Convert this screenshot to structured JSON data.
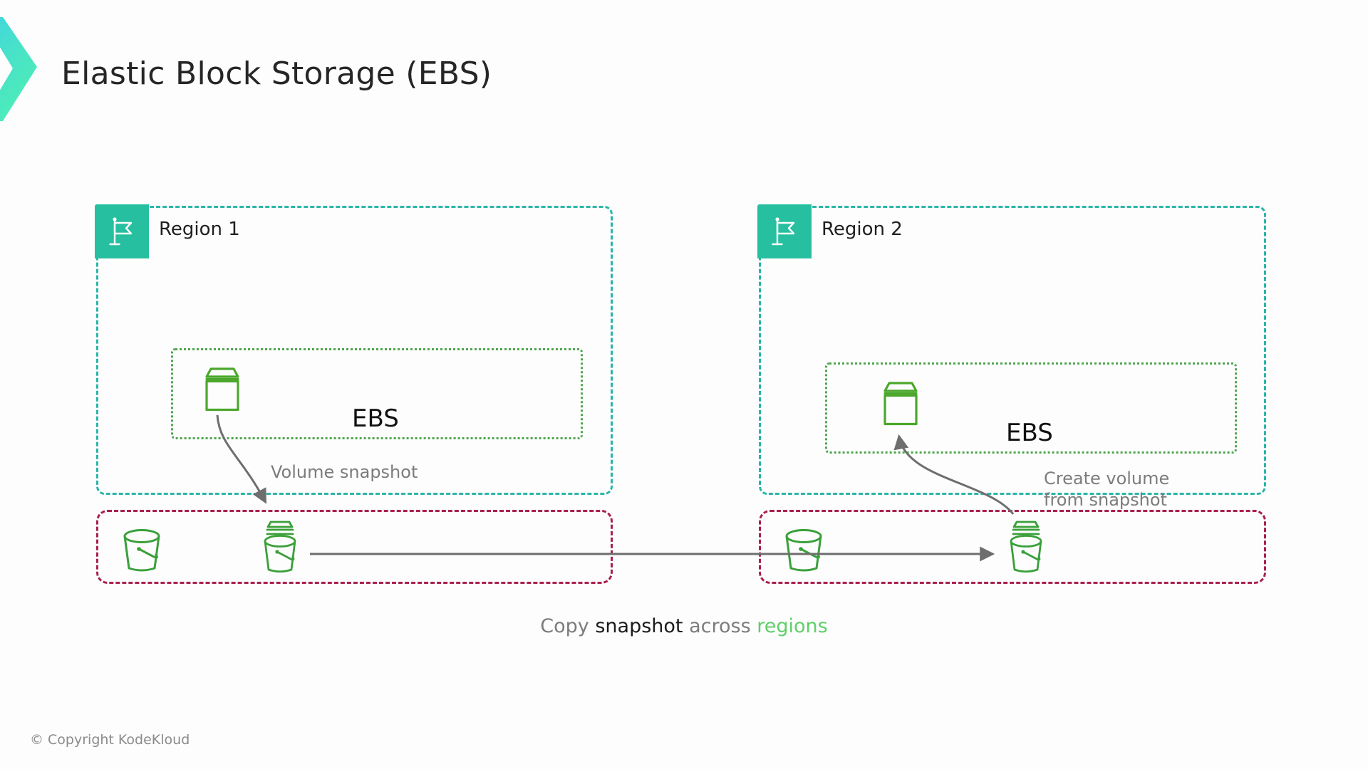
{
  "slide": {
    "title": "Elastic Block Storage (EBS)",
    "copyright": "© Copyright KodeKloud",
    "background_color": "#fdfdfd"
  },
  "logo": {
    "name": "kodekloud-chevron-logo",
    "gradient_start": "#3fd5e0",
    "gradient_end": "#4dedb8"
  },
  "colors": {
    "region_border": "#2bb5a8",
    "region_badge": "#26bfa0",
    "ebs_border": "#4ea64e",
    "ebs_icon": "#4ca72c",
    "snapshot_border": "#a8214b",
    "bucket_icon": "#3aa03a",
    "arrow": "#6e6e6e",
    "annotation_text": "#7c7c7c",
    "caption_green": "#5fcf6a"
  },
  "regions": [
    {
      "id": "region-1",
      "label": "Region 1",
      "icon": "flag-icon",
      "ebs": {
        "label": "EBS",
        "icon": "ebs-volume-icon"
      },
      "storage": {
        "buckets": [
          {
            "icon": "s3-bucket-icon",
            "name": "bucket"
          },
          {
            "icon": "snapshot-bucket-icon",
            "name": "snapshot-bucket"
          }
        ]
      },
      "annotation": "Volume snapshot"
    },
    {
      "id": "region-2",
      "label": "Region 2",
      "icon": "flag-icon",
      "ebs": {
        "label": "EBS",
        "icon": "ebs-volume-icon"
      },
      "storage": {
        "buckets": [
          {
            "icon": "s3-bucket-icon",
            "name": "bucket"
          },
          {
            "icon": "snapshot-bucket-icon",
            "name": "snapshot-bucket"
          }
        ]
      },
      "annotation": "Create volume\nfrom snapshot"
    }
  ],
  "flows": [
    {
      "name": "volume-to-snapshot-arrow",
      "label": "Volume snapshot",
      "direction": "down",
      "from": "region-1-ebs-volume",
      "to": "region-1-snapshot-bucket"
    },
    {
      "name": "copy-snapshot-arrow",
      "direction": "right",
      "from": "region-1-snapshot-bucket",
      "to": "region-2-snapshot-bucket"
    },
    {
      "name": "snapshot-to-volume-arrow",
      "label": "Create volume from snapshot",
      "direction": "up",
      "from": "region-2-snapshot-bucket",
      "to": "region-2-ebs-volume"
    }
  ],
  "caption": {
    "part_1": "Copy ",
    "part_2": "snapshot",
    "part_3": " across ",
    "part_4": "regions"
  }
}
